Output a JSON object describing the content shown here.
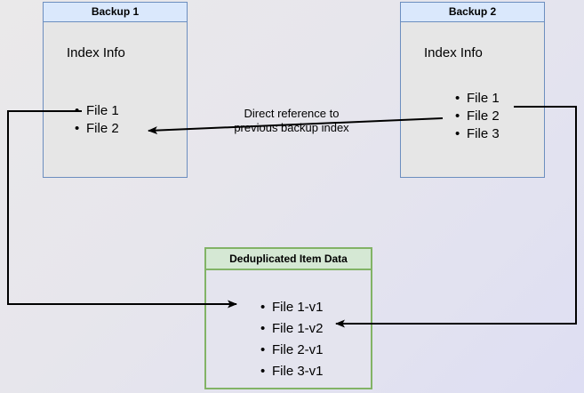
{
  "diagram": {
    "title_hidden": "",
    "colors": {
      "blue_border": "#6c8ebf",
      "blue_fill": "#dae8fc",
      "green_border": "#82b366",
      "green_fill": "#d5e8d4",
      "box_body": "#e6e6e6",
      "arrow": "#000000"
    },
    "boxes": [
      {
        "id": "backup1",
        "header": "Backup 1",
        "section_title": "Index Info",
        "items": [
          "File 1",
          "File 2"
        ]
      },
      {
        "id": "backup2",
        "header": "Backup 2",
        "section_title": "Index Info",
        "items": [
          "File 1",
          "File 2",
          "File 3"
        ]
      },
      {
        "id": "deduplicated",
        "header": "Deduplicated Item Data",
        "items": [
          "File 1-v1",
          "File 1-v2",
          "File 2-v1",
          "File 3-v1"
        ]
      }
    ],
    "annotations": {
      "center_label_line1": "Direct reference to",
      "center_label_line2": "previous backup index"
    }
  }
}
